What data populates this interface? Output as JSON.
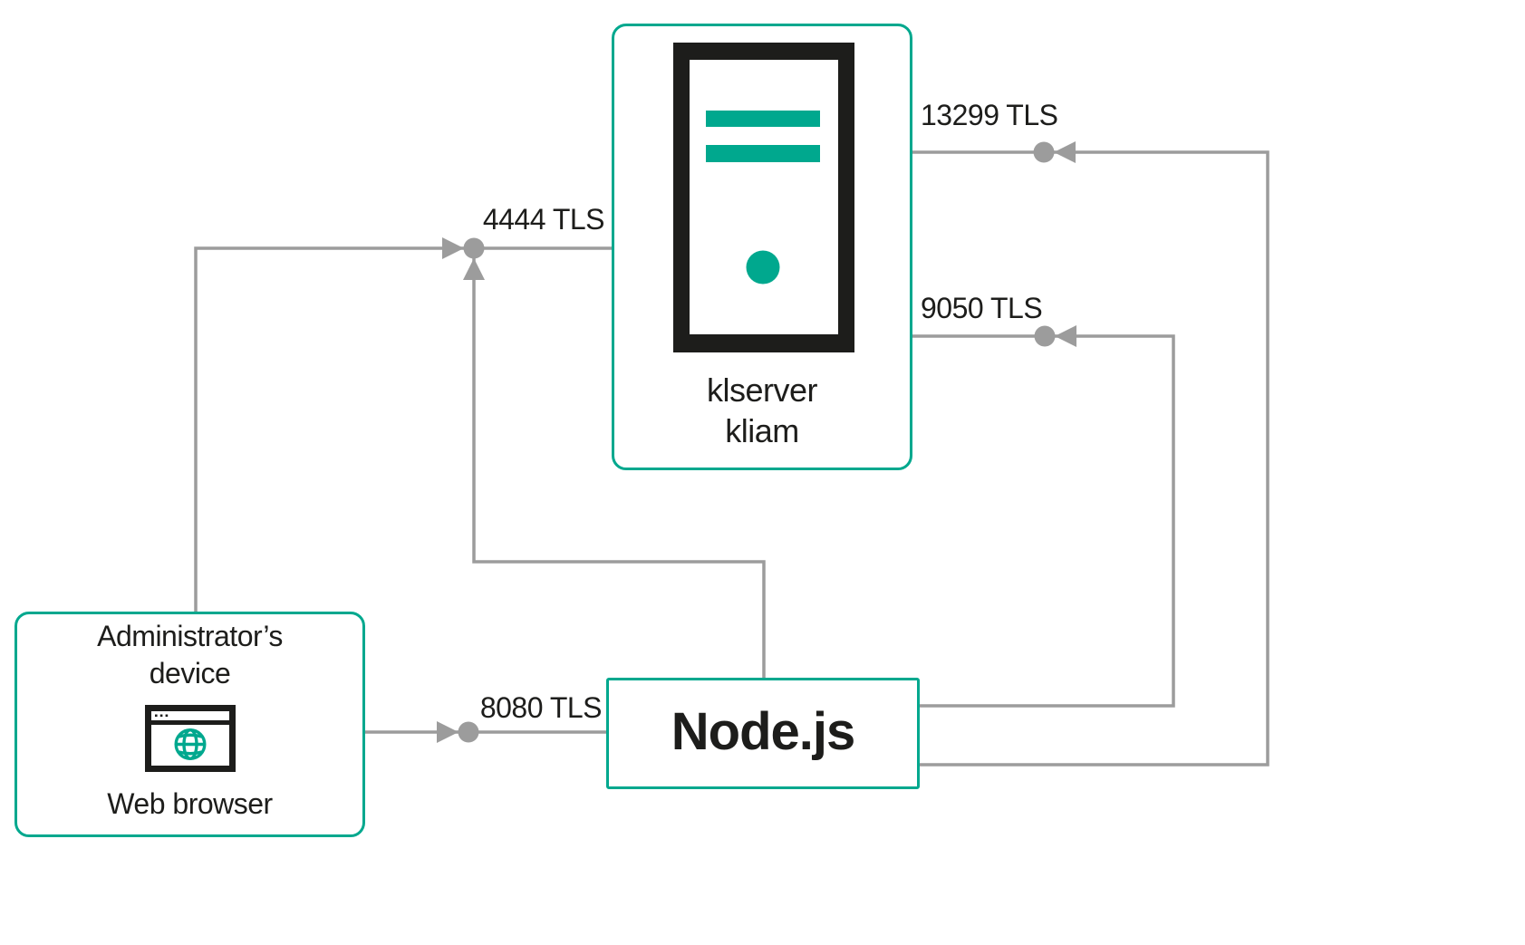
{
  "colors": {
    "accent": "#00A88E",
    "connector": "#9C9C9C",
    "ink": "#1D1D1B",
    "bg": "#FFFFFF"
  },
  "nodes": {
    "klserver": {
      "line1": "klserver",
      "line2": "kliam"
    },
    "admin": {
      "title_line1": "Administrator’s",
      "title_line2": "device",
      "caption": "Web browser"
    },
    "nodejs": {
      "label": "Node.js"
    }
  },
  "port_labels": {
    "p13299": "13299 TLS",
    "p9050": "9050 TLS",
    "p4444": "4444 TLS",
    "p8080": "8080 TLS"
  },
  "icons": {
    "server": "server-tower-icon",
    "browser": "web-browser-globe-icon"
  }
}
